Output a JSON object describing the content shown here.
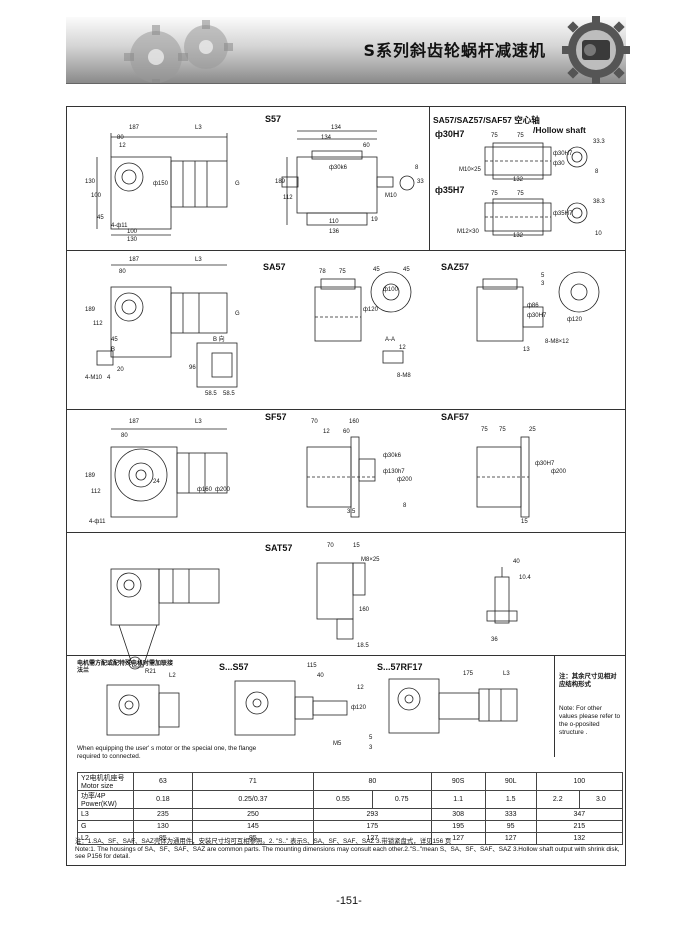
{
  "header": {
    "title": "S系列斜齿轮蜗杆减速机"
  },
  "sections": {
    "s57": {
      "label": "S57"
    },
    "hollow": {
      "label": "SA57/SAZ57/SAF57 空心轴",
      "label_en": "/Hollow shaft",
      "d1": "ф30H7",
      "d2": "ф35H7"
    },
    "sa57": {
      "label": "SA57",
      "saz": "SAZ57",
      "view": "A-A",
      "bdir": "B 向"
    },
    "sf57": {
      "label": "SF57",
      "saf": "SAF57"
    },
    "sat57": {
      "label": "SAT57"
    },
    "motor": {
      "cn_note": "电机需方配或配特殊电机时需加联接法兰",
      "s_s57": "S...S57",
      "s_rf": "S...57RF17",
      "en_note": "When equipping the user' s motor or the special one, the flange required to connected.",
      "right_cn": "注：其余尺寸见相对应结构形式",
      "right_en": "Note: For other values please refer to the o-pposited structure ."
    }
  },
  "dims": {
    "s57": [
      "187",
      "L3",
      "80",
      "12",
      "130",
      "100",
      "ф150",
      "45",
      "4-ф11",
      "100",
      "130",
      "G",
      "134",
      "134",
      "60",
      "189",
      "112",
      "ф30k6",
      "110",
      "136",
      "19",
      "M10",
      "8",
      "33"
    ],
    "hollow": [
      "75",
      "75",
      "M10×25",
      "132",
      "ф30H7",
      "ф30",
      "33.3",
      "8",
      "75",
      "75",
      "M12×30",
      "132",
      "ф35H7",
      "38.3",
      "10"
    ],
    "sa57": [
      "187",
      "L3",
      "80",
      "189",
      "112",
      "G",
      "B",
      "45",
      "4-M10",
      "20",
      "4",
      "B 向",
      "96",
      "58.5",
      "58.5",
      "78",
      "75",
      "ф120",
      "12",
      "8-M8",
      "45",
      "45",
      "ф100",
      "ф120",
      "ф86",
      "ф30H7",
      "13",
      "8-M8×12",
      "5",
      "3"
    ],
    "sf57": [
      "187",
      "L3",
      "80",
      "112",
      "189",
      "24",
      "ф160",
      "ф200",
      "4-ф11",
      "70",
      "160",
      "12",
      "60",
      "ф30k6",
      "ф130h7",
      "ф200",
      "3.5",
      "8",
      "75",
      "75",
      "25",
      "ф30H7",
      "ф200",
      "15"
    ],
    "sat57": [
      "R21",
      "70",
      "15",
      "M8×25",
      "160",
      "18.5",
      "40",
      "10.4",
      "36"
    ],
    "motor": [
      "L2",
      "115",
      "40",
      "ф120",
      "12",
      "M5",
      "5",
      "3",
      "175",
      "L3"
    ]
  },
  "table": {
    "row_header": "Y2电机机座号 Motor size",
    "row_power": "功率/4P Power(KW)",
    "sizes": [
      "63",
      "71",
      "80",
      "90S",
      "90L",
      "100"
    ],
    "power": [
      "0.18",
      "0.25/0.37",
      "0.55",
      "0.75",
      "1.1",
      "1.5",
      "2.2",
      "3.0"
    ],
    "L3": [
      "235",
      "250",
      "293",
      "308",
      "333",
      "347"
    ],
    "G": [
      "130",
      "145",
      "175",
      "195",
      "95",
      "215"
    ],
    "L2": [
      "85",
      "85",
      "127",
      "127",
      "127",
      "132"
    ],
    "row_labels": [
      "L3",
      "G",
      "L2"
    ]
  },
  "notes": {
    "n1": "注：1.SA、SF、SAF、SAZ壳体为通用件，安装尺寸均可互相参照。2. \"S..\" 表示S、SA、SF、SAF、SAZ 3.带锁紧盘式，详见156 页",
    "n2": "Note:1. The  housings of SA、SF、SAF、SAZ are common parts. The mounting dimensions may consult each other.2.\"S..\"mean S、SA、SF、SAF、SAZ  3.Hollow shaft output with shrink disk, see P156 for detail."
  },
  "page": {
    "number": "-151-"
  }
}
